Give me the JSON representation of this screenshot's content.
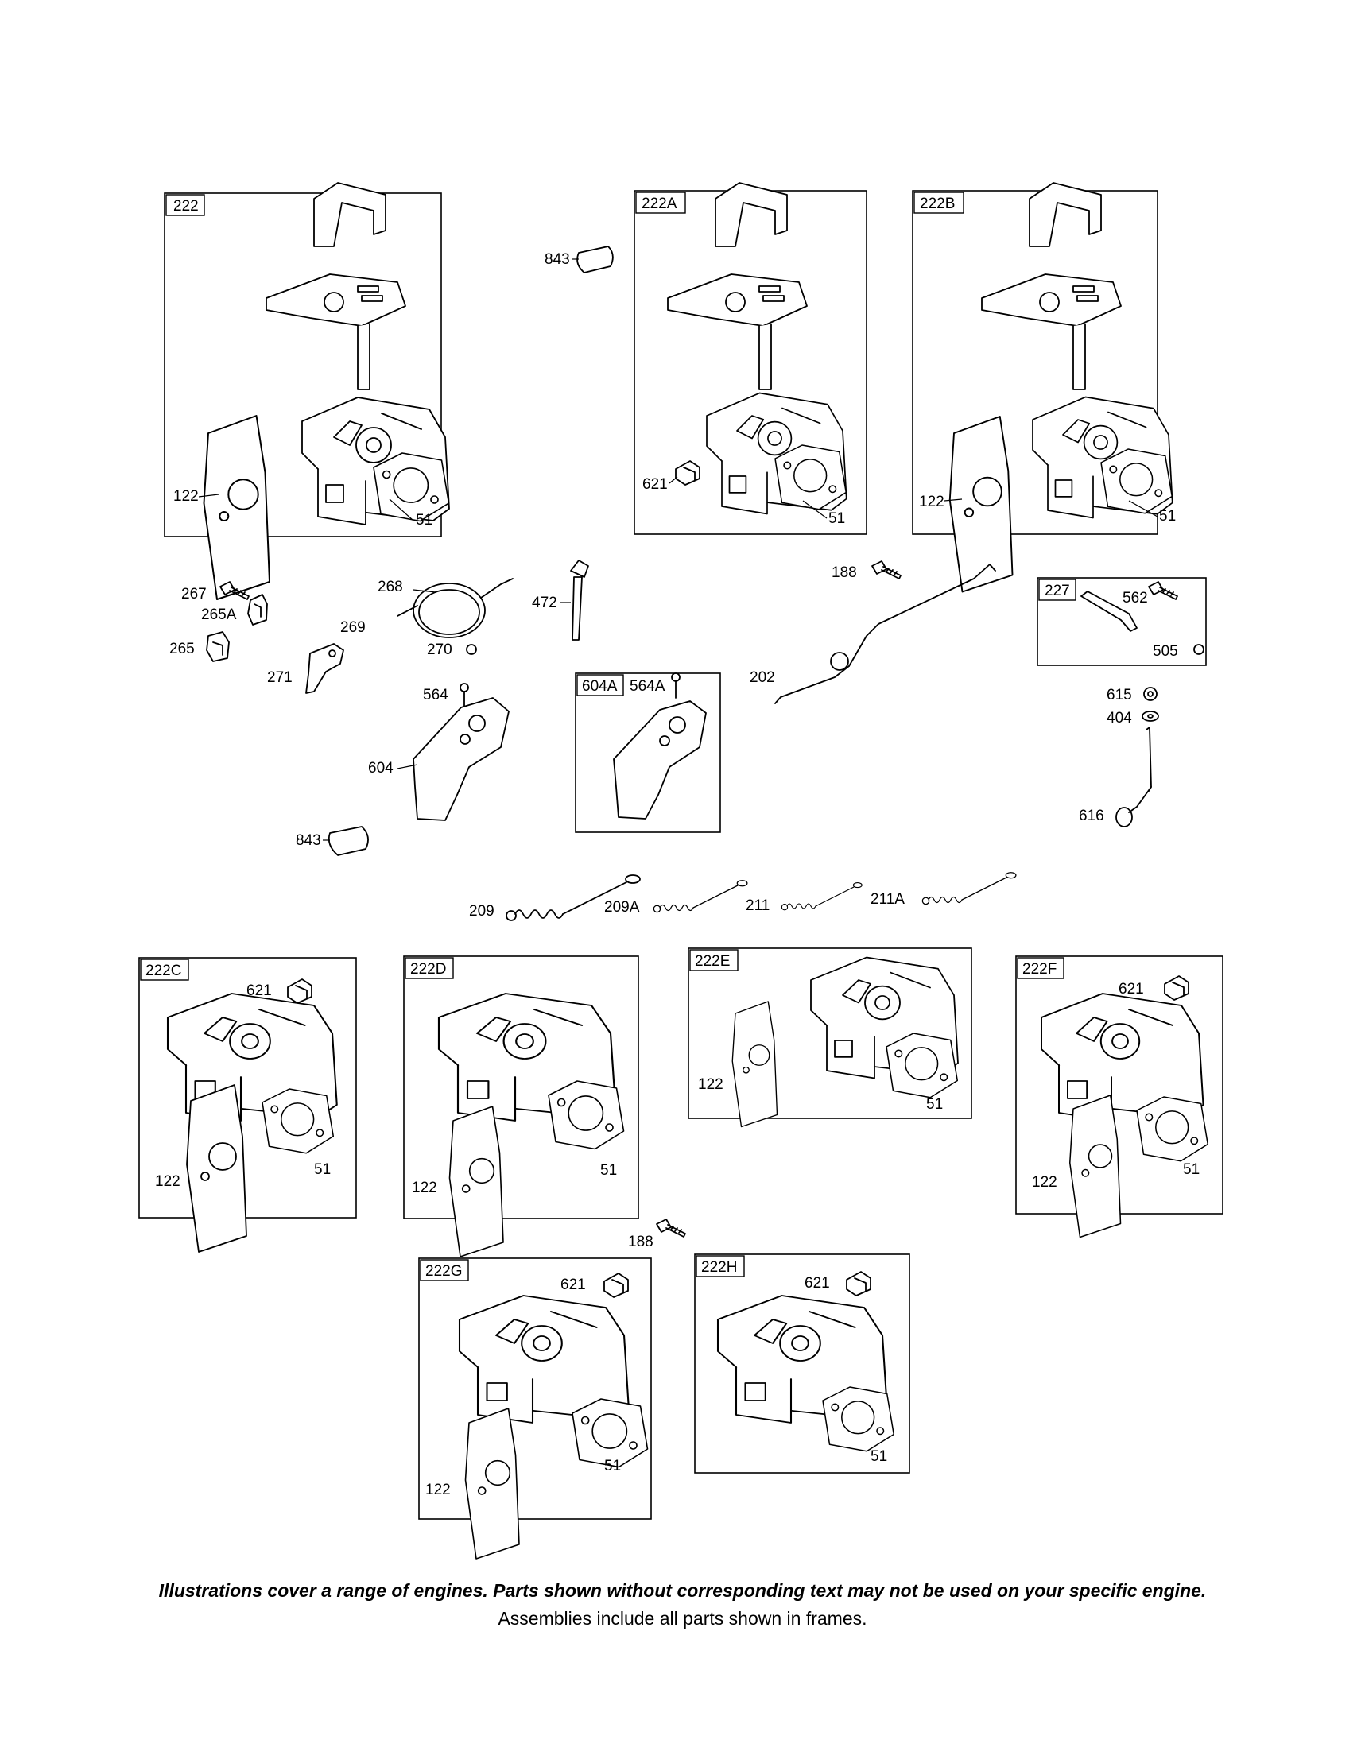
{
  "frames": {
    "f222": "222",
    "f222A": "222A",
    "f222B": "222B",
    "f227": "227",
    "f604A": "604A",
    "f222C": "222C",
    "f222D": "222D",
    "f222E": "222E",
    "f222F": "222F",
    "f222G": "222G",
    "f222H": "222H"
  },
  "labels": {
    "l122": "122",
    "l51": "51",
    "l843": "843",
    "l621": "621",
    "l188": "188",
    "l202": "202",
    "l562": "562",
    "l505": "505",
    "l267": "267",
    "l265A": "265A",
    "l265": "265",
    "l268": "268",
    "l269": "269",
    "l270": "270",
    "l271": "271",
    "l472": "472",
    "l564": "564",
    "l564A": "564A",
    "l604": "604",
    "l615": "615",
    "l404": "404",
    "l616": "616",
    "l209": "209",
    "l209A": "209A",
    "l211": "211",
    "l211A": "211A"
  },
  "footer": {
    "note": "Illustrations cover a range of engines. Parts shown without corresponding text may not be used on your specific engine.",
    "sub": "Assemblies include all parts shown in frames."
  }
}
